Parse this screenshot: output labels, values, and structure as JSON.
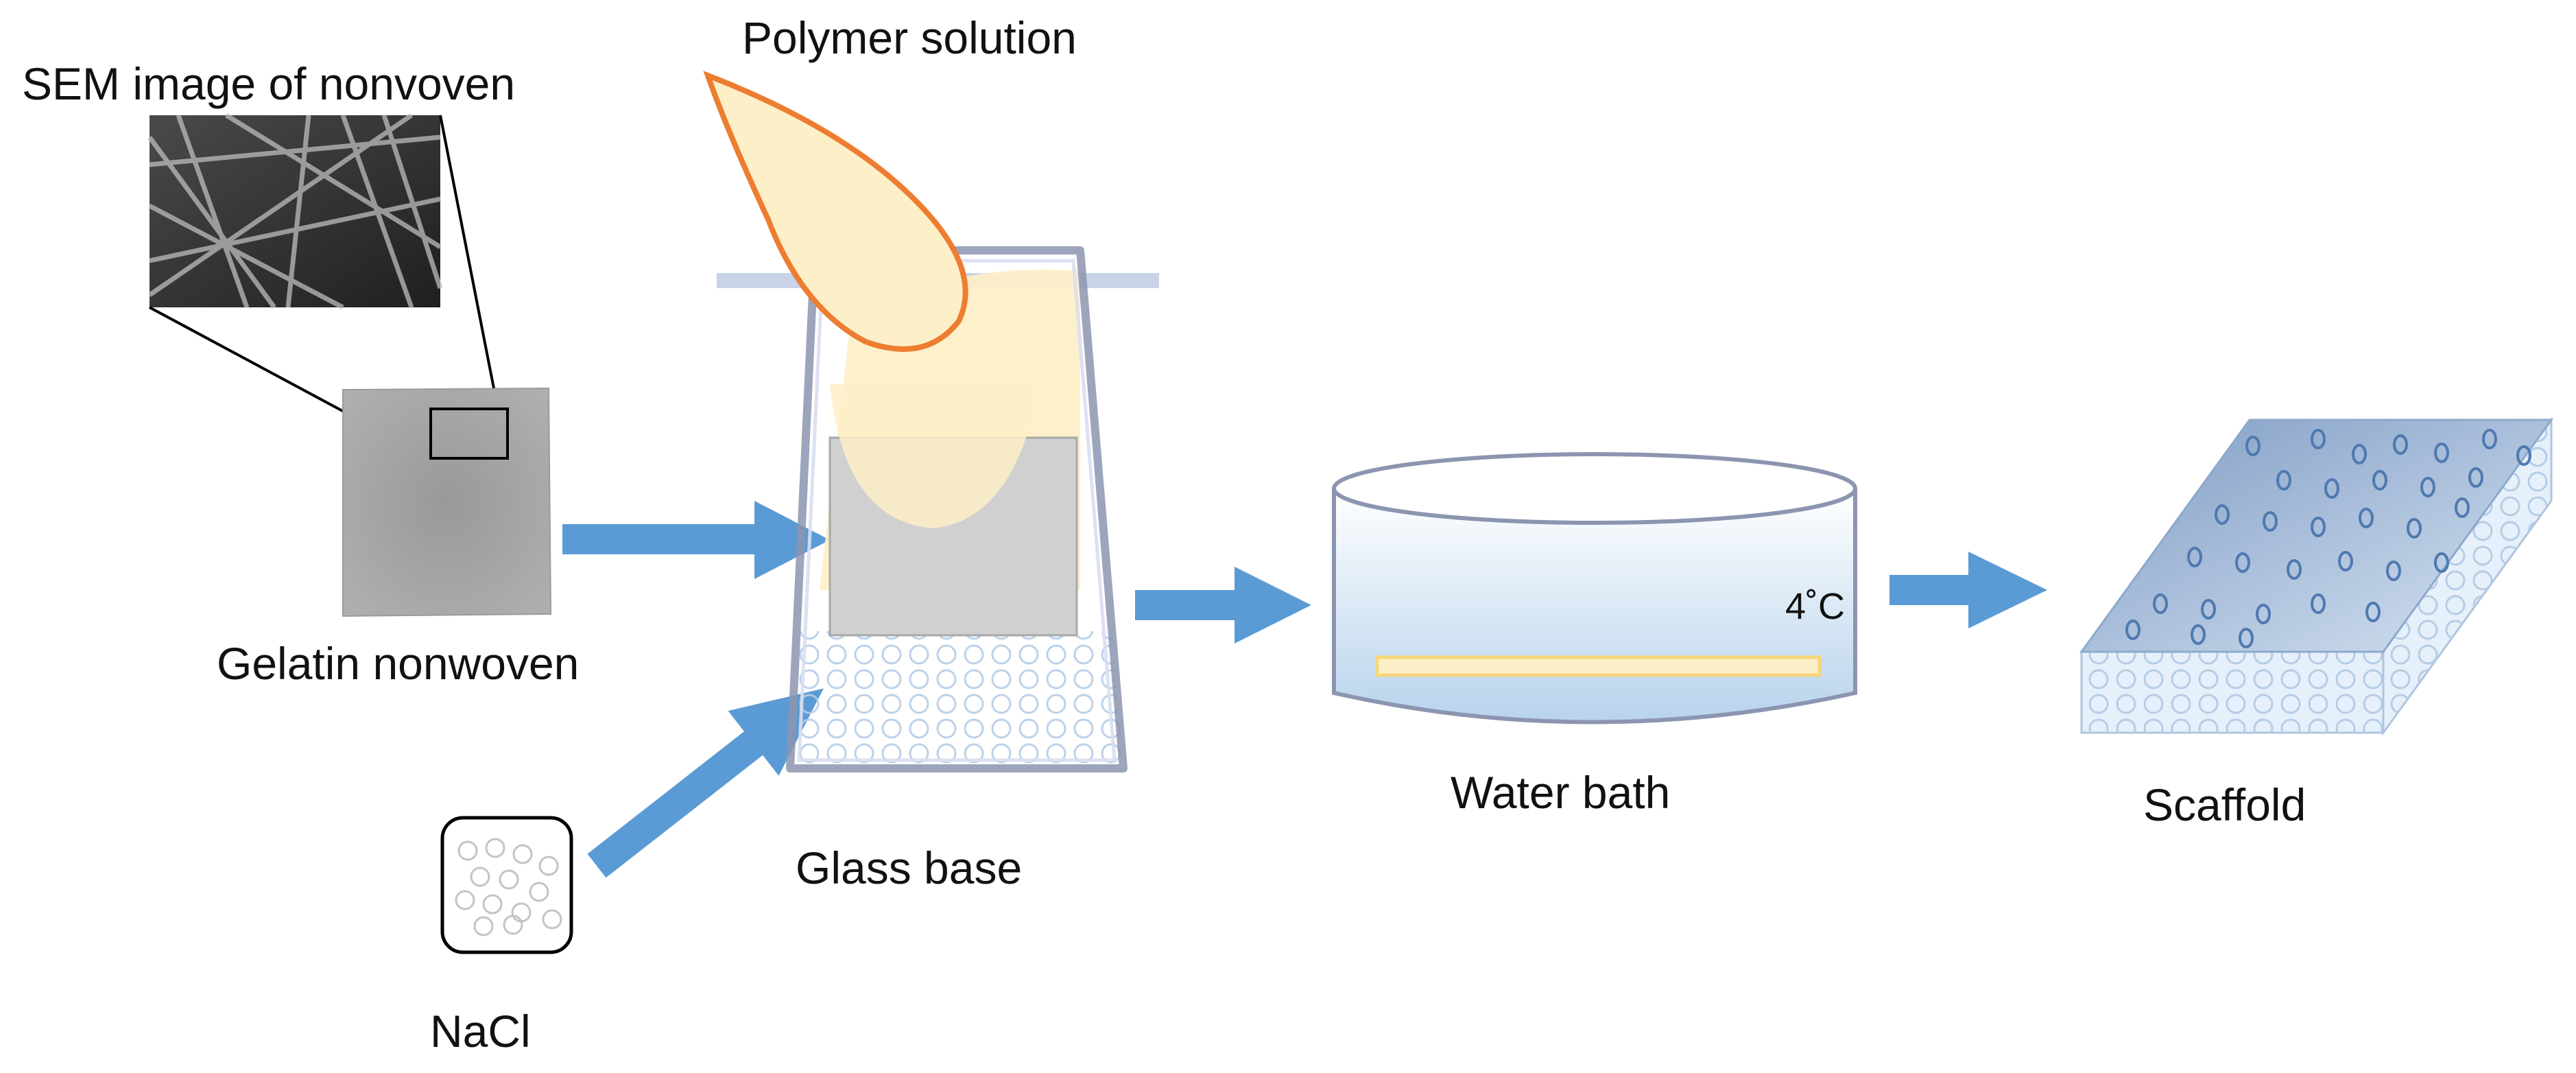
{
  "labels": {
    "sem": "SEM image of nonvoven",
    "polymer": "Polymer solution",
    "gelatin": "Gelatin nonwoven",
    "nacl": "NaCl",
    "glass": "Glass base",
    "water": "Water bath",
    "temp": "4˚C",
    "scaffold": "Scaffold"
  },
  "colors": {
    "arrow": "#5b9bd5",
    "droplet_fill": "#fdefc8",
    "droplet_stroke": "#ed7d31",
    "nonwoven": "#a6a6a6",
    "sheet": "#d0d0d0",
    "beaker_stroke": "#8c95b0",
    "water_gradient_bottom": "#b8d3ec",
    "scaffold_top": "#9fb8d8",
    "scaffold_side": "#e6f0fa",
    "sem_background": "#2f2f2f"
  }
}
